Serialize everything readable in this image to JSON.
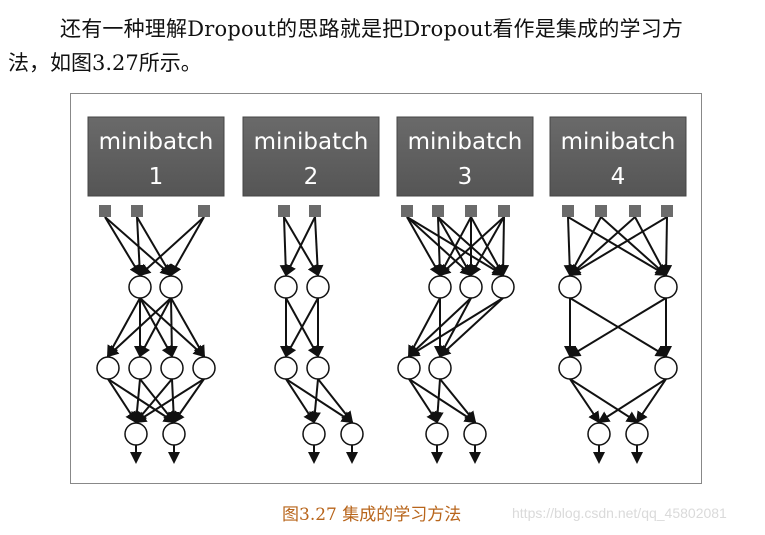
{
  "paragraph": {
    "line1": "还有一种理解Dropout的思路就是把Dropout看作是集成的学习方",
    "line2": "法，如图3.27所示。"
  },
  "figure": {
    "caption": "图3.27 集成的学习方法",
    "networks": [
      {
        "label": "minibatch",
        "number": "1",
        "layers": [
          3,
          2,
          4,
          2
        ]
      },
      {
        "label": "minibatch",
        "number": "2",
        "layers": [
          2,
          2,
          2,
          2
        ]
      },
      {
        "label": "minibatch",
        "number": "3",
        "layers": [
          4,
          3,
          2,
          2
        ]
      },
      {
        "label": "minibatch",
        "number": "4",
        "layers": [
          4,
          2,
          2,
          2
        ]
      }
    ]
  },
  "watermark": "https://blog.csdn.net/qq_45802081"
}
